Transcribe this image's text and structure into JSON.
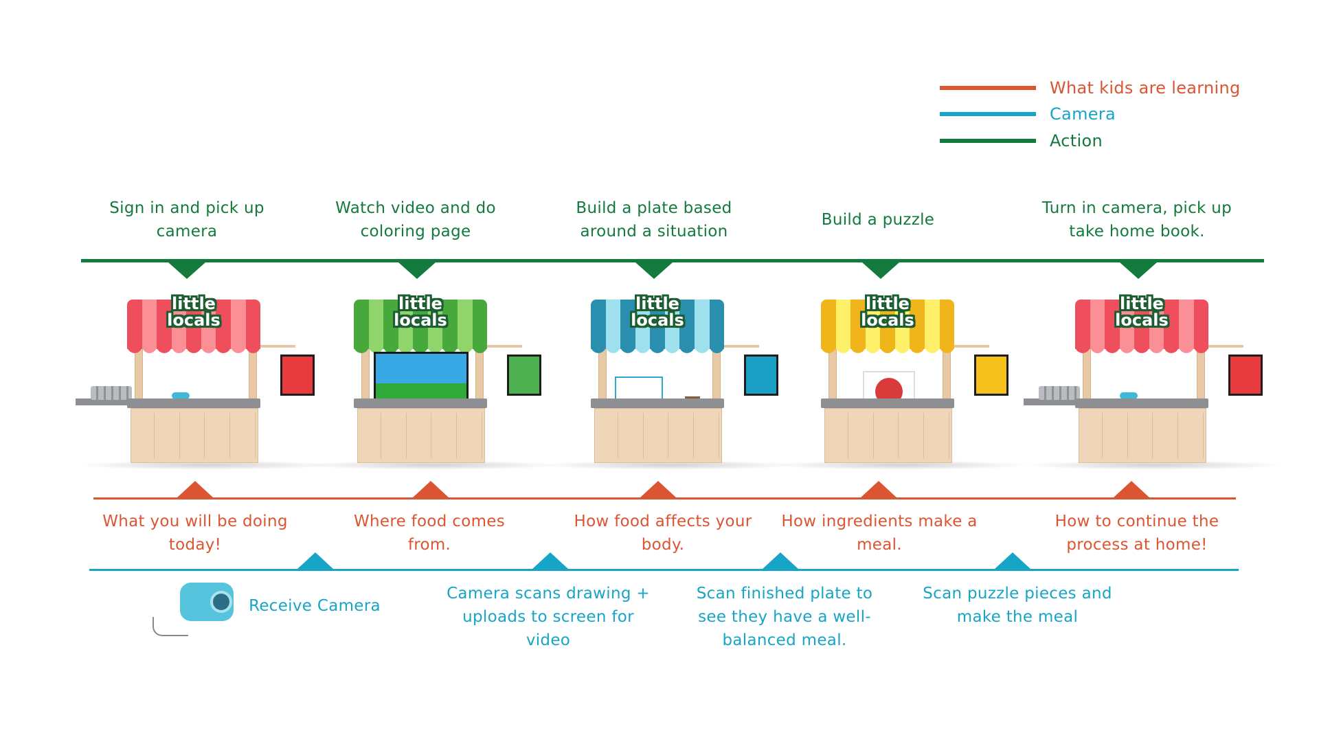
{
  "legend": [
    {
      "label": "What kids are learning",
      "color": "#dc5532"
    },
    {
      "label": "Camera",
      "color": "#17a5c7"
    },
    {
      "label": "Action",
      "color": "#137a3e"
    }
  ],
  "colors": {
    "action": "#137a3e",
    "learning": "#dc5532",
    "camera": "#17a5c7"
  },
  "logo_text": [
    "little",
    "locals"
  ],
  "actions": [
    "Sign in and pick up camera",
    "Watch video and do coloring page",
    "Build a plate based around a situation",
    "Build a puzzle",
    "Turn in camera, pick up take home book."
  ],
  "learning": [
    "What you will be doing today!",
    "Where food comes from.",
    "How food affects your body.",
    "How ingredients make a meal.",
    "How to continue the process at home!"
  ],
  "camera": [
    "Receive Camera",
    "Camera scans drawing + uploads to screen for video",
    "Scan finished plate to see they have a well-balanced meal.",
    "Scan puzzle pieces and make the meal"
  ],
  "stalls": [
    {
      "awning": [
        "#ef4f5c",
        "#fb8f96"
      ],
      "board": "#e83b40",
      "props": "table"
    },
    {
      "awning": [
        "#47a83c",
        "#8fd56c"
      ],
      "board": "#4caf50",
      "props": "tv"
    },
    {
      "awning": [
        "#2a8fae",
        "#9fe0ef"
      ],
      "board": "#1aa0c4",
      "props": "plate"
    },
    {
      "awning": [
        "#f0b51a",
        "#fff06a"
      ],
      "board": "#f4c21a",
      "props": "puzzle"
    },
    {
      "awning": [
        "#ef4f5c",
        "#fb8f96"
      ],
      "board": "#e83b40",
      "props": "table"
    }
  ]
}
